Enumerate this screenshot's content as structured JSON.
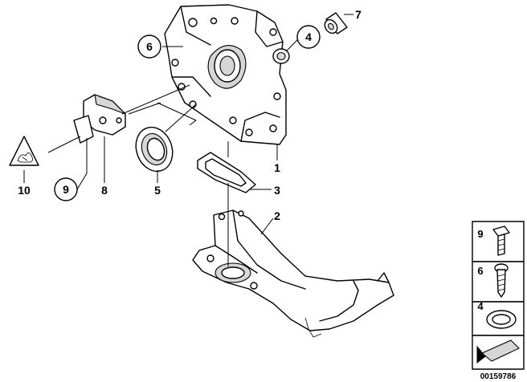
{
  "callouts": {
    "c1": "1",
    "c2": "2",
    "c3": "3",
    "c4": "4",
    "c5": "5",
    "c6": "6",
    "c7": "7",
    "c8": "8",
    "c9": "9",
    "c10": "10"
  },
  "legend": {
    "item1": "9",
    "item2": "6",
    "item3": "4"
  },
  "reference_number": "00159786"
}
